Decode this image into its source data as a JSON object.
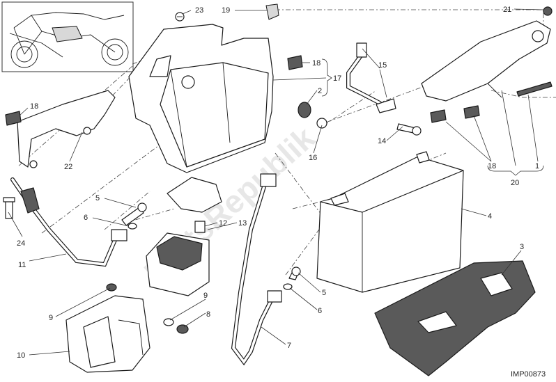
{
  "diagram": {
    "reference_code": "IMP00873",
    "watermark": "PartsRepublik",
    "callouts": [
      {
        "id": "c23",
        "label": "23"
      },
      {
        "id": "c19",
        "label": "19"
      },
      {
        "id": "c21",
        "label": "21"
      },
      {
        "id": "c18a",
        "label": "18"
      },
      {
        "id": "c17",
        "label": "17"
      },
      {
        "id": "c2",
        "label": "2"
      },
      {
        "id": "c15",
        "label": "15"
      },
      {
        "id": "c18b",
        "label": "18"
      },
      {
        "id": "c22",
        "label": "22"
      },
      {
        "id": "c16",
        "label": "16"
      },
      {
        "id": "c14",
        "label": "14"
      },
      {
        "id": "c18c",
        "label": "18"
      },
      {
        "id": "c1",
        "label": "1"
      },
      {
        "id": "c20",
        "label": "20"
      },
      {
        "id": "c5a",
        "label": "5"
      },
      {
        "id": "c6a",
        "label": "6"
      },
      {
        "id": "c12",
        "label": "12"
      },
      {
        "id": "c13",
        "label": "13"
      },
      {
        "id": "c4",
        "label": "4"
      },
      {
        "id": "c24",
        "label": "24"
      },
      {
        "id": "c11",
        "label": "11"
      },
      {
        "id": "c3",
        "label": "3"
      },
      {
        "id": "c9a",
        "label": "9"
      },
      {
        "id": "c9b",
        "label": "9"
      },
      {
        "id": "c8",
        "label": "8"
      },
      {
        "id": "c5b",
        "label": "5"
      },
      {
        "id": "c6b",
        "label": "6"
      },
      {
        "id": "c10",
        "label": "10"
      },
      {
        "id": "c7",
        "label": "7"
      }
    ]
  }
}
